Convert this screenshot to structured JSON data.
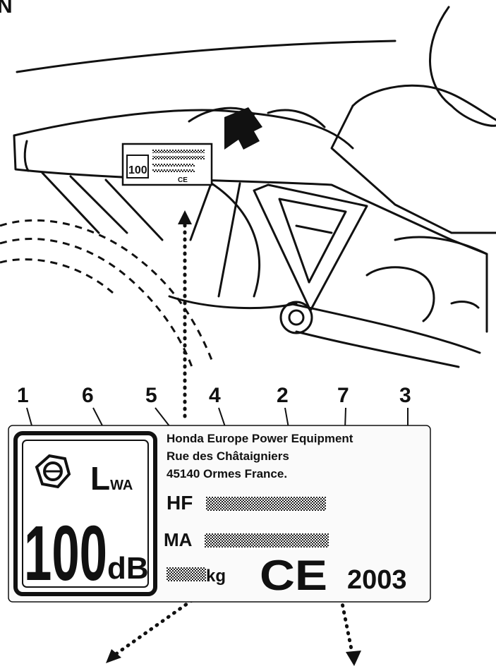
{
  "corner_letter": "N",
  "mini_label": {
    "sound_value": "100",
    "ce_mark": "CE"
  },
  "callouts": [
    "1",
    "6",
    "5",
    "4",
    "2",
    "7",
    "3"
  ],
  "label": {
    "manufacturer_line1": "Honda Europe Power Equipment",
    "manufacturer_line2": "Rue des Châtaigniers",
    "manufacturer_line3": "45140 Ormes France.",
    "hf_prefix": "HF",
    "ma_prefix": "MA",
    "kg_unit": "kg",
    "lwa": "L",
    "lwa_sub": "WA",
    "sound_level": "100",
    "sound_unit": "dB",
    "ce_mark": "CE",
    "year": "2003"
  },
  "colors": {
    "ink": "#111111",
    "paper": "#ffffff",
    "plate": "#fafafa"
  },
  "icons": [
    "engine-nut-icon",
    "arrow-icon"
  ]
}
